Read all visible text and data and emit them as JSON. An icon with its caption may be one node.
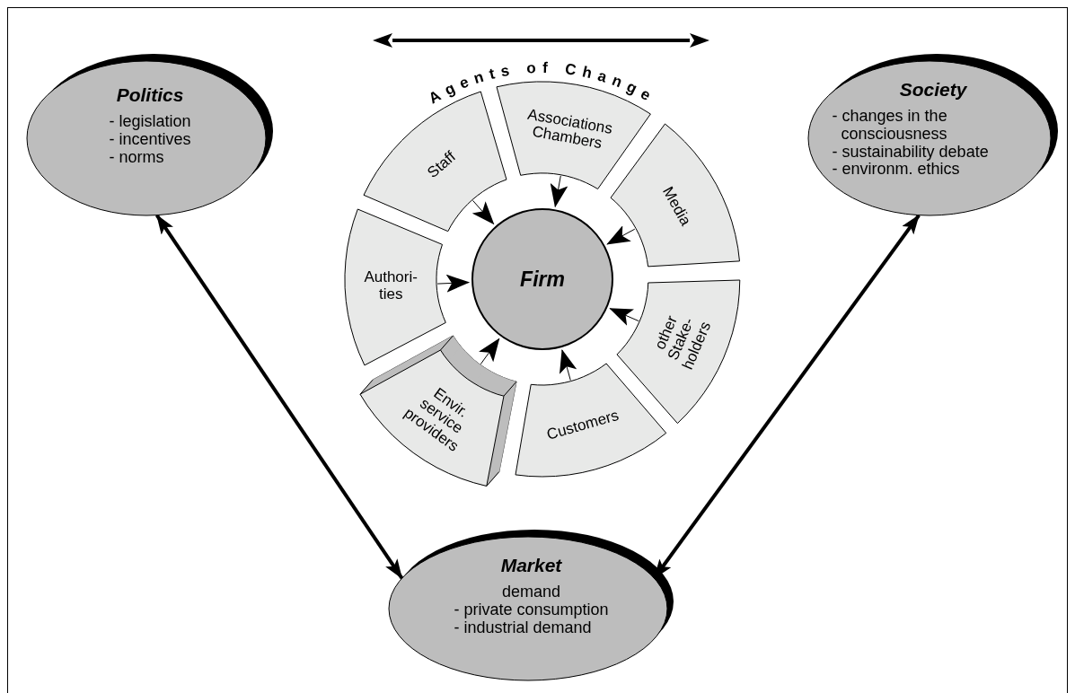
{
  "diagram": {
    "nodes": [
      {
        "text": [
          "Politics",
          "- legislation",
          "- incentives",
          "- norms"
        ]
      },
      {
        "text": [
          "Society",
          "- changes in the consciousness",
          "- sustainability debate",
          "- environm. ethics"
        ]
      },
      {
        "text": [
          "Staff"
        ]
      },
      {
        "text": [
          "Associations Chambers"
        ]
      },
      {
        "text": [
          "Media"
        ]
      },
      {
        "text": [
          "Authori- ties"
        ]
      },
      {
        "text": [
          "Firm"
        ]
      },
      {
        "text": [
          "other Stake- holders"
        ]
      },
      {
        "text": [
          "Envir. service providers"
        ]
      },
      {
        "text": [
          "Customers"
        ]
      },
      {
        "text": [
          "Market",
          "demand",
          "- private consumption",
          "- industrial demand"
        ]
      }
    ],
    "edges": [
      {
        "from": 2,
        "to": 6,
        "arrow": "to"
      },
      {
        "from": 3,
        "to": 6,
        "arrow": "to"
      },
      {
        "from": 4,
        "to": 6,
        "arrow": "to"
      },
      {
        "from": 5,
        "to": 6,
        "arrow": "to"
      },
      {
        "from": 7,
        "to": 6,
        "arrow": "to"
      },
      {
        "from": 8,
        "to": 6,
        "arrow": "to"
      },
      {
        "from": 9,
        "to": 6,
        "arrow": "to"
      },
      {
        "from": 0,
        "to": 10,
        "arrow": "both",
        "style": "thick"
      },
      {
        "from": 1,
        "to": 10,
        "arrow": "both",
        "style": "thick"
      }
    ],
    "labels": [
      "Agents of Change"
    ]
  }
}
